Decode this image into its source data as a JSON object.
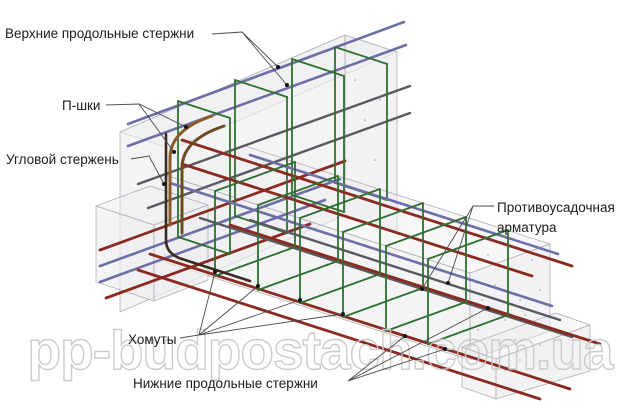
{
  "labels": {
    "upper_longitudinal": "Верхние продольные стержни",
    "u_shapes": "П-шки",
    "corner_rod": "Угловой стержень",
    "anti_shrinkage_line1": "Противоусадочная",
    "anti_shrinkage_line2": "арматура",
    "stirrups": "Хомуты",
    "lower_longitudinal": "Нижние продольные стержни"
  },
  "watermark": "pp-budpostach.com.ua",
  "colors": {
    "background": "#ffffff",
    "concrete": "#ededf0",
    "concrete_edge": "#b0b0b6",
    "upper_rod": "#6e6ea8",
    "lower_rod": "#8b2a20",
    "stirrup": "#2e7030",
    "shrink_rod": "#5a5a5e",
    "u_bar": "#8a5a28",
    "corner_rod": "#3a2a22",
    "leader": "#4a4a4a",
    "label_text": "#1c1c1c",
    "watermark": "#c9c9c9"
  }
}
